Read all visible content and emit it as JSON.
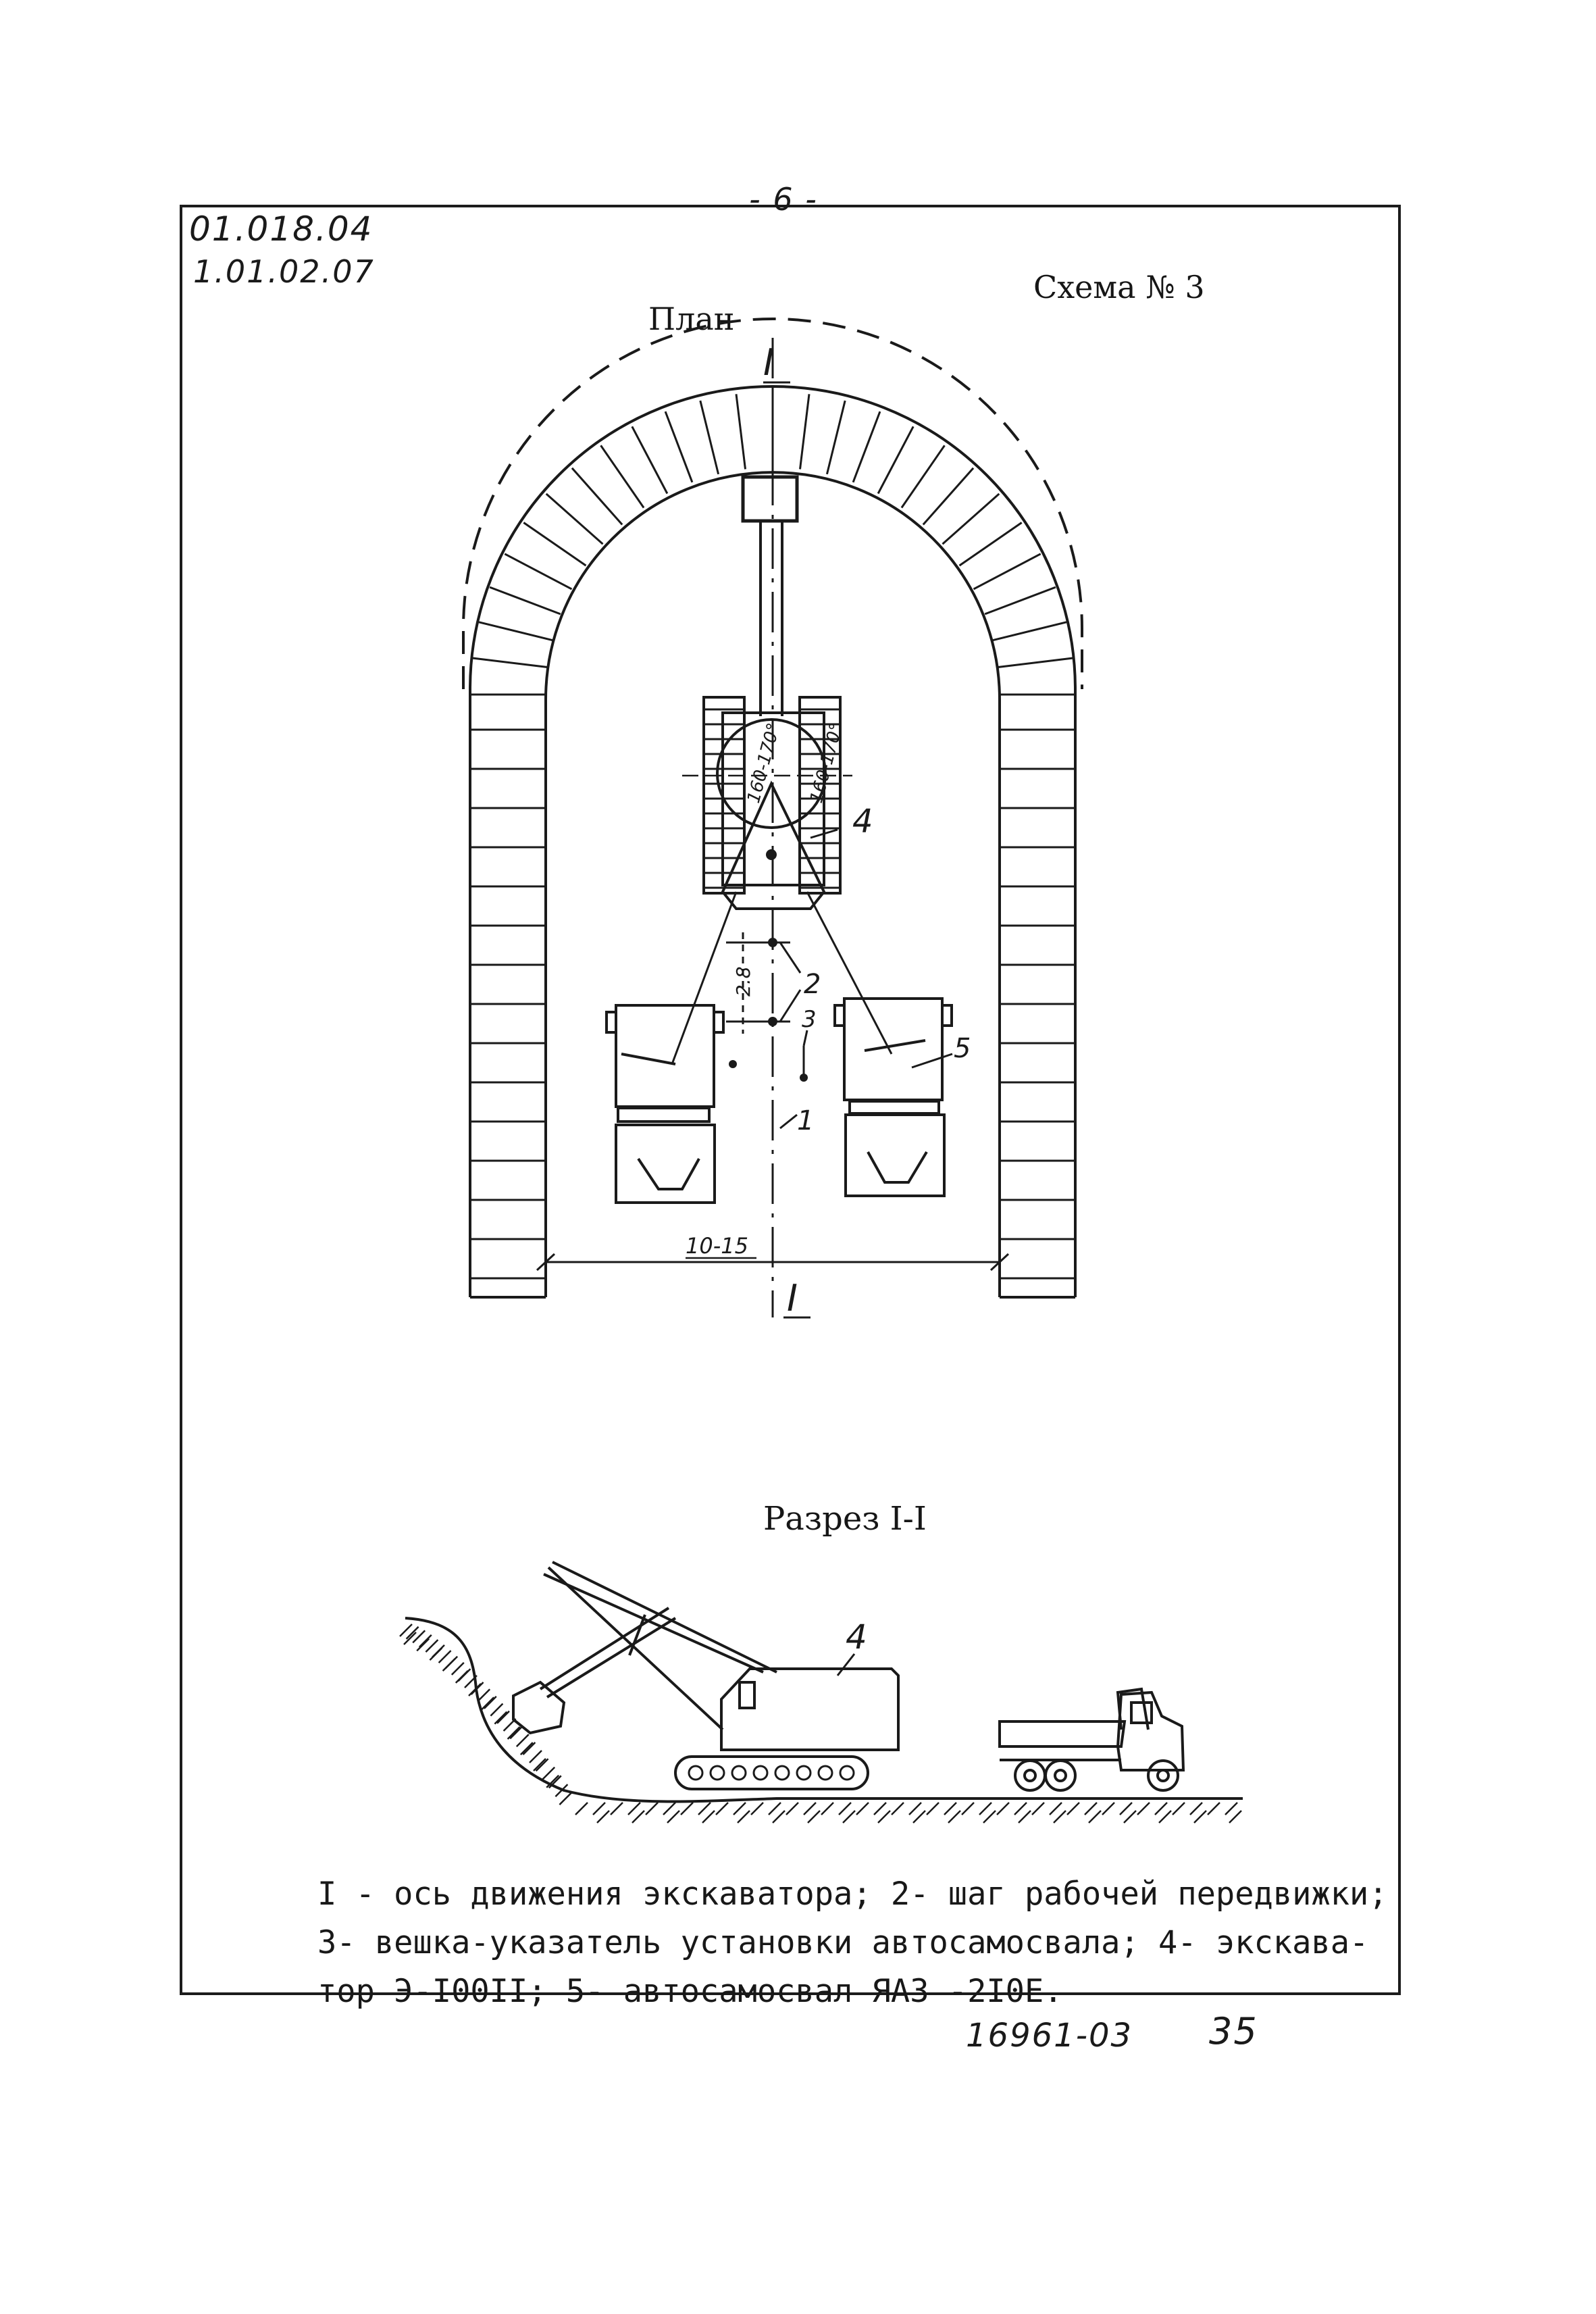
{
  "header": {
    "page_number": "- 6 -",
    "doc_code_line1": "01.018.04",
    "doc_code_line2": "1.01.02.07",
    "scheme_title": "Схема № 3"
  },
  "plan": {
    "title": "План",
    "section_mark_top": "I",
    "section_mark_bottom": "I",
    "dimension_width": "10-15",
    "dimension_step": "2.8",
    "angle_left": "160-170°",
    "angle_right": "160-170°",
    "callouts": [
      "1",
      "2",
      "3",
      "4",
      "5"
    ]
  },
  "section": {
    "title": "Разрез I-I",
    "callout_excavator": "4"
  },
  "legend": {
    "line1": "I - ось движения экскаватора; 2- шаг рабочей передвижки;",
    "line2": "3- вешка-указатель установки автосамосвала; 4- экскава-",
    "line3": "тор Э-I00II; 5- автосамосвал ЯАЗ -2I0Е."
  },
  "footer": {
    "code": "16961-03",
    "sheet": "35"
  },
  "colors": {
    "ink": "#161616",
    "paper": "#ffffff"
  }
}
